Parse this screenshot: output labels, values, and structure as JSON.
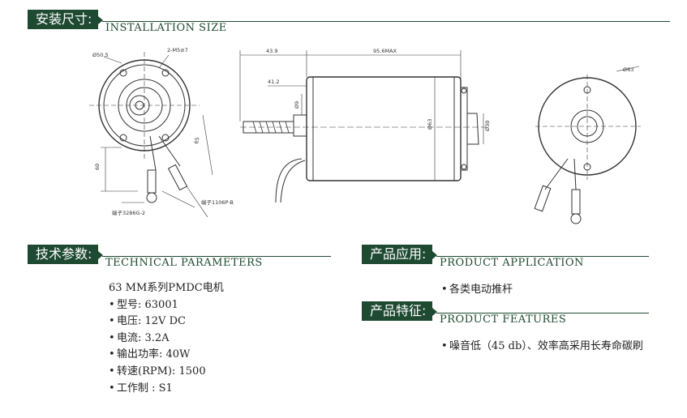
{
  "installation": {
    "tab": "安装尺寸:",
    "subtitle": "INSTALLATION SIZE"
  },
  "technical": {
    "tab": "技术参数:",
    "subtitle": "TECHNICAL PARAMETERS"
  },
  "application": {
    "tab": "产品应用:",
    "subtitle": "PRODUCT APPLICATION",
    "item": "各类电动推杆"
  },
  "features": {
    "tab": "产品特征:",
    "subtitle": "PRODUCT FEATURES",
    "item": "噪音低（45 db）、效率高采用长寿命碳刷"
  },
  "params": {
    "series": "63 MM系列PMDC电机",
    "model": "型号: 63001",
    "voltage": "电压: 12V DC",
    "current": "电流: 3.2A",
    "power": "输出功率: 40W",
    "speed": "转速(RPM): 1500",
    "duty": "工作制 : S1"
  },
  "drawing": {
    "front_dia": "Ø50.5",
    "holes": "2-M5⊘7",
    "dim_60": "60",
    "dim_65": "65",
    "terminal_1": "端子3286G-2",
    "terminal_2": "端子1106P-B",
    "len_43": "43.9",
    "len_95": "95.6MAX",
    "len_41": "41.2",
    "dia_9": "Ø9",
    "dia_63_body": "Ø63",
    "dia_30": "Ø30",
    "dia_63_rear": "Ø63"
  },
  "colors": {
    "brand_green": "#1f4a32"
  }
}
